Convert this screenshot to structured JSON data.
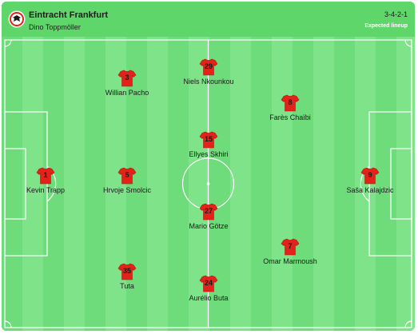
{
  "team": {
    "name": "Eintracht Frankfurt",
    "coach": "Dino Toppmöller",
    "formation": "3-4-2-1",
    "lineup_type": "Expected lineup"
  },
  "colors": {
    "pitch_light": "#7ee389",
    "pitch_dark": "#6fdc7b",
    "header": "#5fd66a",
    "lines": "#ffffff",
    "shirt": "#e32219"
  },
  "players": [
    {
      "number": "1",
      "name": "Kevin Trapp"
    },
    {
      "number": "3",
      "name": "Willian Pacho"
    },
    {
      "number": "5",
      "name": "Hrvoje Smolcic"
    },
    {
      "number": "35",
      "name": "Tuta"
    },
    {
      "number": "29",
      "name": "Niels Nkounkou"
    },
    {
      "number": "15",
      "name": "Ellyes Skhiri"
    },
    {
      "number": "27",
      "name": "Mario Götze"
    },
    {
      "number": "24",
      "name": "Aurélio Buta"
    },
    {
      "number": "8",
      "name": "Farès Chaïbi"
    },
    {
      "number": "7",
      "name": "Omar Marmoush"
    },
    {
      "number": "9",
      "name": "Saša Kalajdzic"
    }
  ]
}
